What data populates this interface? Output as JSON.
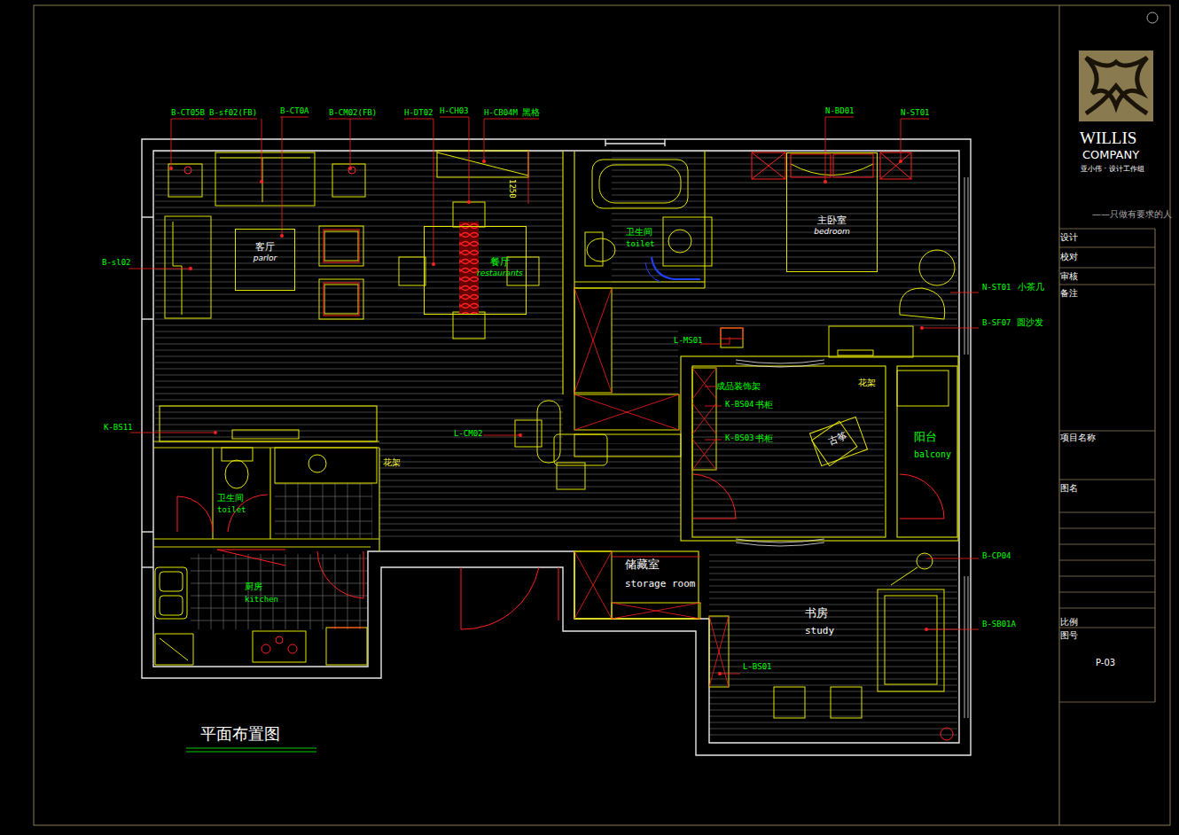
{
  "diagram": {
    "title": "平面布置图",
    "nodes": [
      {
        "text": [
          "客厅",
          "parlor"
        ]
      },
      {
        "text": [
          "餐厅",
          "restaurants"
        ]
      },
      {
        "text": [
          "主卧室",
          "bedroom"
        ]
      },
      {
        "text": [
          "古筝"
        ]
      }
    ],
    "labels": [
      "B-CT05B",
      "B-sf02(FB)",
      "B-CT0A",
      "B-CM02(FB)",
      "H-DT02",
      "H-CH03",
      "H-CB04M",
      "黑格",
      "1250",
      "N-BD01",
      "N-ST01",
      "B-sl02",
      "K-BS11",
      "L-CM02",
      "L-MS01",
      "成品装饰架",
      "K-BS04",
      "书柜",
      "K-BS03",
      "书柜",
      "花架",
      "N-ST01",
      "小茶几",
      "B-SF07",
      "圆沙发",
      "卫生间",
      "toilet",
      "阳台",
      "balcony",
      "卫生间",
      "toilet",
      "花架",
      "厨房",
      "kitchen",
      "储藏室",
      "storage room",
      "书房",
      "study",
      "B-CP04",
      "B-SB01A",
      "L-BS01",
      "WILLIS",
      "COMPANY",
      "亚小伟 · 设计工作组",
      "——只做有要求的人",
      "设计",
      "校对",
      "审核",
      "备注",
      "项目名称",
      "图名",
      "比例",
      "图号",
      "P-03"
    ]
  }
}
